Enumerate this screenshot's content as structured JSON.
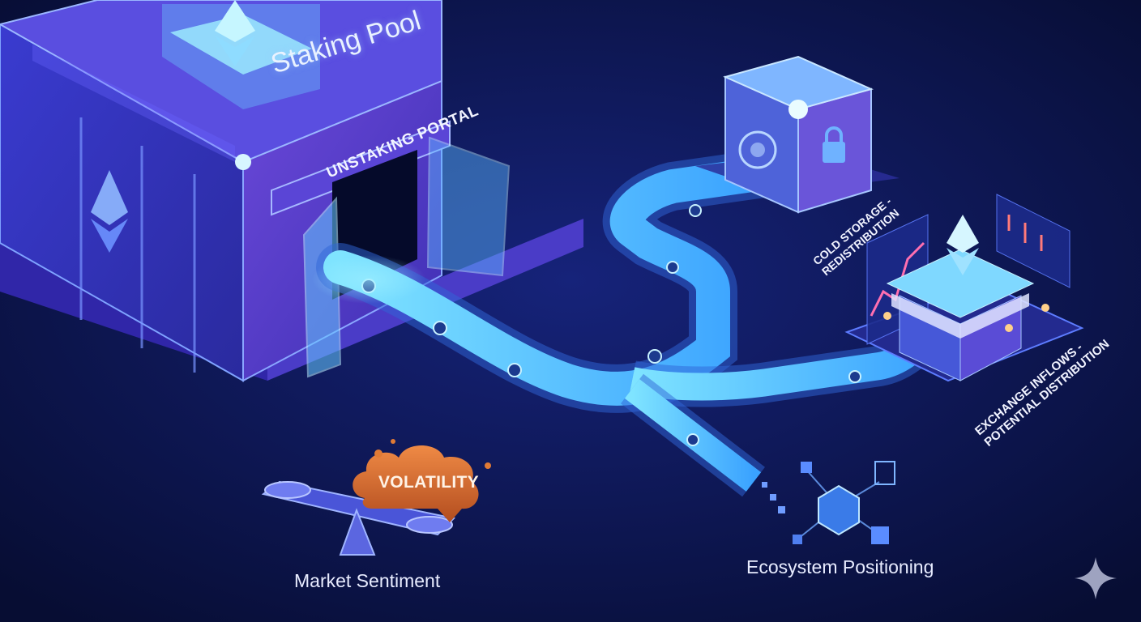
{
  "labels": {
    "staking_pool": "Staking Pool",
    "unstaking_portal": "UNSTAKING PORTAL",
    "cold_storage_line1": "COLD STORAGE -",
    "cold_storage_line2": "REDISTRIBUTION",
    "exchange_line1": "EXCHANGE INFLOWS -",
    "exchange_line2": "POTENTIAL DISTRIBUTION",
    "volatility": "VOLATILITY",
    "market_sentiment": "Market Sentiment",
    "ecosystem_positioning": "Ecosystem Positioning"
  },
  "icons": [
    "ethereum-icon",
    "safe-icon",
    "padlock-icon",
    "sparkle-icon",
    "seesaw-icon",
    "cube-network-icon",
    "storefront-icon"
  ],
  "colors": {
    "background": "#0b1440",
    "building": "#4a3ec9",
    "glow": "#5fd4ff",
    "volatility_cloud": "#d86a2c"
  }
}
